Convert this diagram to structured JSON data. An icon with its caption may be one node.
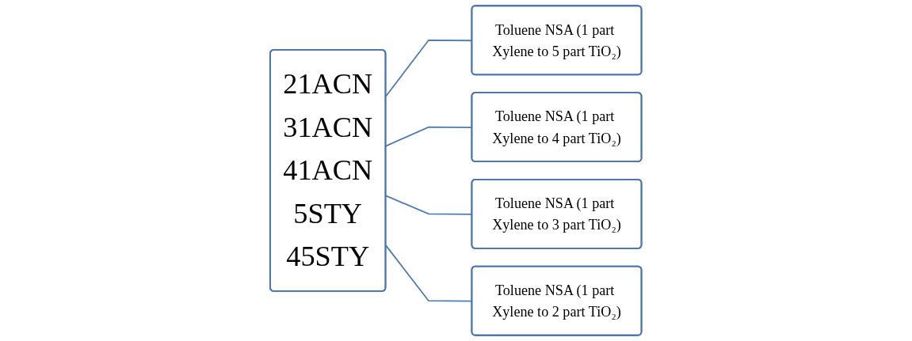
{
  "diagram": {
    "nodes": [
      {
        "text": [
          "21ACN",
          "31ACN",
          "41ACN",
          "5STY",
          "45STY"
        ]
      },
      {
        "text": [
          "Toluene NSA (1 part Xylene to 5 part TiO₂)"
        ]
      },
      {
        "text": [
          "Toluene NSA (1 part Xylene to 4 part TiO₂)"
        ]
      },
      {
        "text": [
          "Toluene NSA (1 part Xylene to 3 part TiO₂)"
        ]
      },
      {
        "text": [
          "Toluene NSA (1 part Xylene to 2 part TiO₂)"
        ]
      }
    ],
    "edges": [
      {
        "from": 0,
        "to": 1,
        "arrow": "none"
      },
      {
        "from": 0,
        "to": 2,
        "arrow": "none"
      },
      {
        "from": 0,
        "to": 3,
        "arrow": "none"
      },
      {
        "from": 0,
        "to": 4,
        "arrow": "none"
      }
    ]
  }
}
